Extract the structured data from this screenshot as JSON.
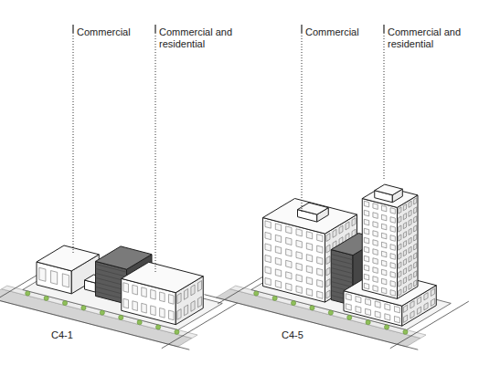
{
  "diagram": {
    "labels": [
      "Commercial",
      "Commercial and residential",
      "C4-1",
      "Commercial",
      "Commercial and residential",
      "C4-5"
    ]
  }
}
